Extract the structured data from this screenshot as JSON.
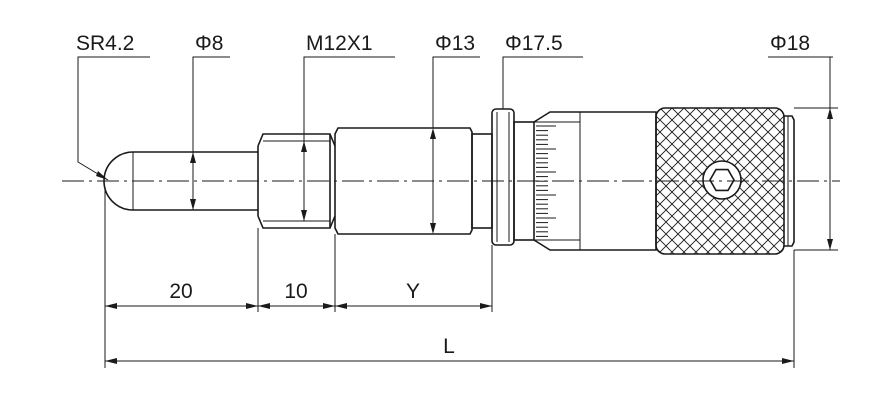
{
  "labels": {
    "sr": "SR4.2",
    "phi8": "Φ8",
    "thread": "M12X1",
    "phi13": "Φ13",
    "phi17_5": "Φ17.5",
    "phi18": "Φ18",
    "len20": "20",
    "len10": "10",
    "lenY": "Y",
    "lenL": "L"
  }
}
